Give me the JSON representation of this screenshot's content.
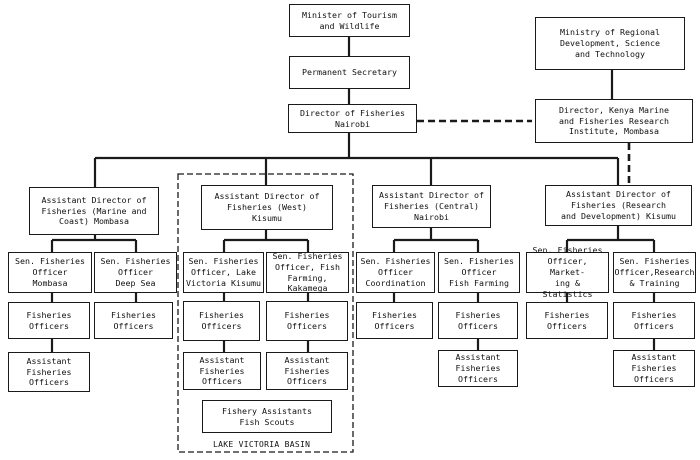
{
  "boxes": {
    "minister": "Minister of Tourism\nand Wildlife",
    "permanent_secretary": "Permanent Secretary",
    "director": "Director of Fisheries\nNairobi",
    "ministry_regional": "Ministry  of Regional\nDevelopment, Science\nand Technology",
    "kmfri_director": "Director, Kenya Marine\nand Fisheries Research\nInstitute, Mombasa",
    "ad_marine": "Assistant Director of\nFisheries (Marine and\nCoast) Mombasa",
    "ad_west": "Assistant Director of\nFisheries (West)\nKisumu",
    "ad_central": "Assistant Director of\nFisheries (Central)\nNairobi",
    "ad_research": "Assistant Director of\nFisheries (Research\nand Development) Kisumu",
    "sfo_mombasa": "Sen. Fisheries\nOfficer\nMombasa",
    "sfo_deepsea": "Sen. Fisheries\nOfficer\nDeep  Sea",
    "sfo_lake": "Sen. Fisheries\nOfficer, Lake\nVictoria Kisumu",
    "sfo_fishfarming_west": "Sen. Fisheries\nOfficer, Fish\nFarming, Kakamega",
    "sfo_coordination": "Sen. Fisheries\nOfficer\nCoordination",
    "sfo_fishfarming_central": "Sen. Fisheries\nOfficer\nFish Farming",
    "sfo_marketing": "Sen. Fisheries\nOfficer, Market-\ning & Statistics",
    "sfo_research": "Sen. Fisheries\nOfficer,Research\n& Training",
    "fo_mombasa": "Fisheries\nOfficers",
    "fo_deepsea": "Fisheries\nOfficers",
    "fo_lake": "Fisheries\nOfficers",
    "fo_fishfarming_west": "Fisheries\nOfficers",
    "fo_coordination": "Fisheries\nOfficers",
    "fo_fishfarming_central": "Fisheries\nOfficers",
    "fo_marketing": "Fisheries\nOfficers",
    "fo_research": "Fisheries\nOfficers",
    "afo_mombasa": "Assistant\nFisheries\nOfficers",
    "afo_lake": "Assistant\nFisheries\nOfficers",
    "afo_fishfarming_west": "Assistant\nFisheries\nOfficers",
    "afo_fishfarming_central": "Assistant\nFisheries\nOfficers",
    "afo_research": "Assistant\nFisheries\nOfficers",
    "fishery_assistants": "Fishery Assistants\nFish Scouts"
  },
  "region_label": "LAKE VICTORIA BASIN",
  "colors": {
    "line": "#1a1a1a",
    "background": "#ffffff",
    "text": "#111111"
  }
}
